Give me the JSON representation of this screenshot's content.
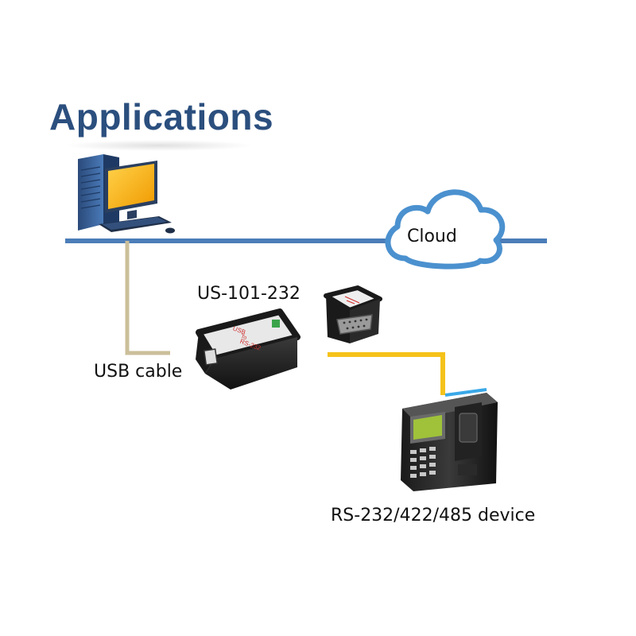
{
  "title": "Applications",
  "labels": {
    "cloud": "Cloud",
    "model": "US-101-232",
    "usb_cable": "USB cable",
    "device": "RS-232/422/485 device"
  },
  "converter_text": [
    "USB",
    "To",
    "RS-232"
  ],
  "colors": {
    "title": "#2b4f7e",
    "network_line": "#4b7db8",
    "usb_cable": "#cbbf9a",
    "serial_cable": "#f5c21a",
    "computer_screen": "#f6b000"
  }
}
